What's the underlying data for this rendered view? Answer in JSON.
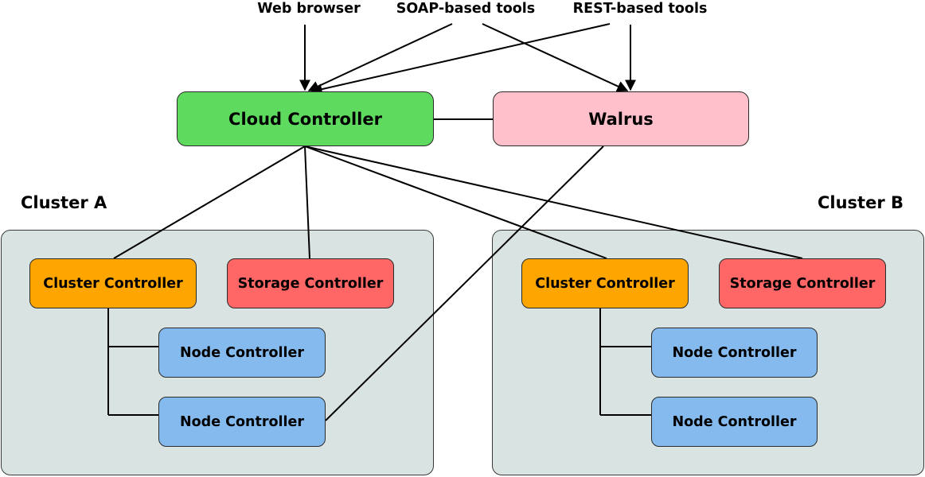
{
  "colors": {
    "cloud_controller": "#5edb5e",
    "walrus": "#ffc0cb",
    "cluster_controller": "#ffa500",
    "storage_controller": "#ff6666",
    "node_controller": "#85baee",
    "cluster_bg": "#d9e3e1"
  },
  "clients": {
    "web_browser": "Web browser",
    "soap_tools": "SOAP-based tools",
    "rest_tools": "REST-based tools"
  },
  "top": {
    "cloud_controller": "Cloud Controller",
    "walrus": "Walrus"
  },
  "cluster_a": {
    "label": "Cluster A",
    "cluster_controller": "Cluster Controller",
    "storage_controller": "Storage Controller",
    "node_controller_1": "Node Controller",
    "node_controller_2": "Node Controller"
  },
  "cluster_b": {
    "label": "Cluster B",
    "cluster_controller": "Cluster Controller",
    "storage_controller": "Storage Controller",
    "node_controller_1": "Node Controller",
    "node_controller_2": "Node Controller"
  }
}
